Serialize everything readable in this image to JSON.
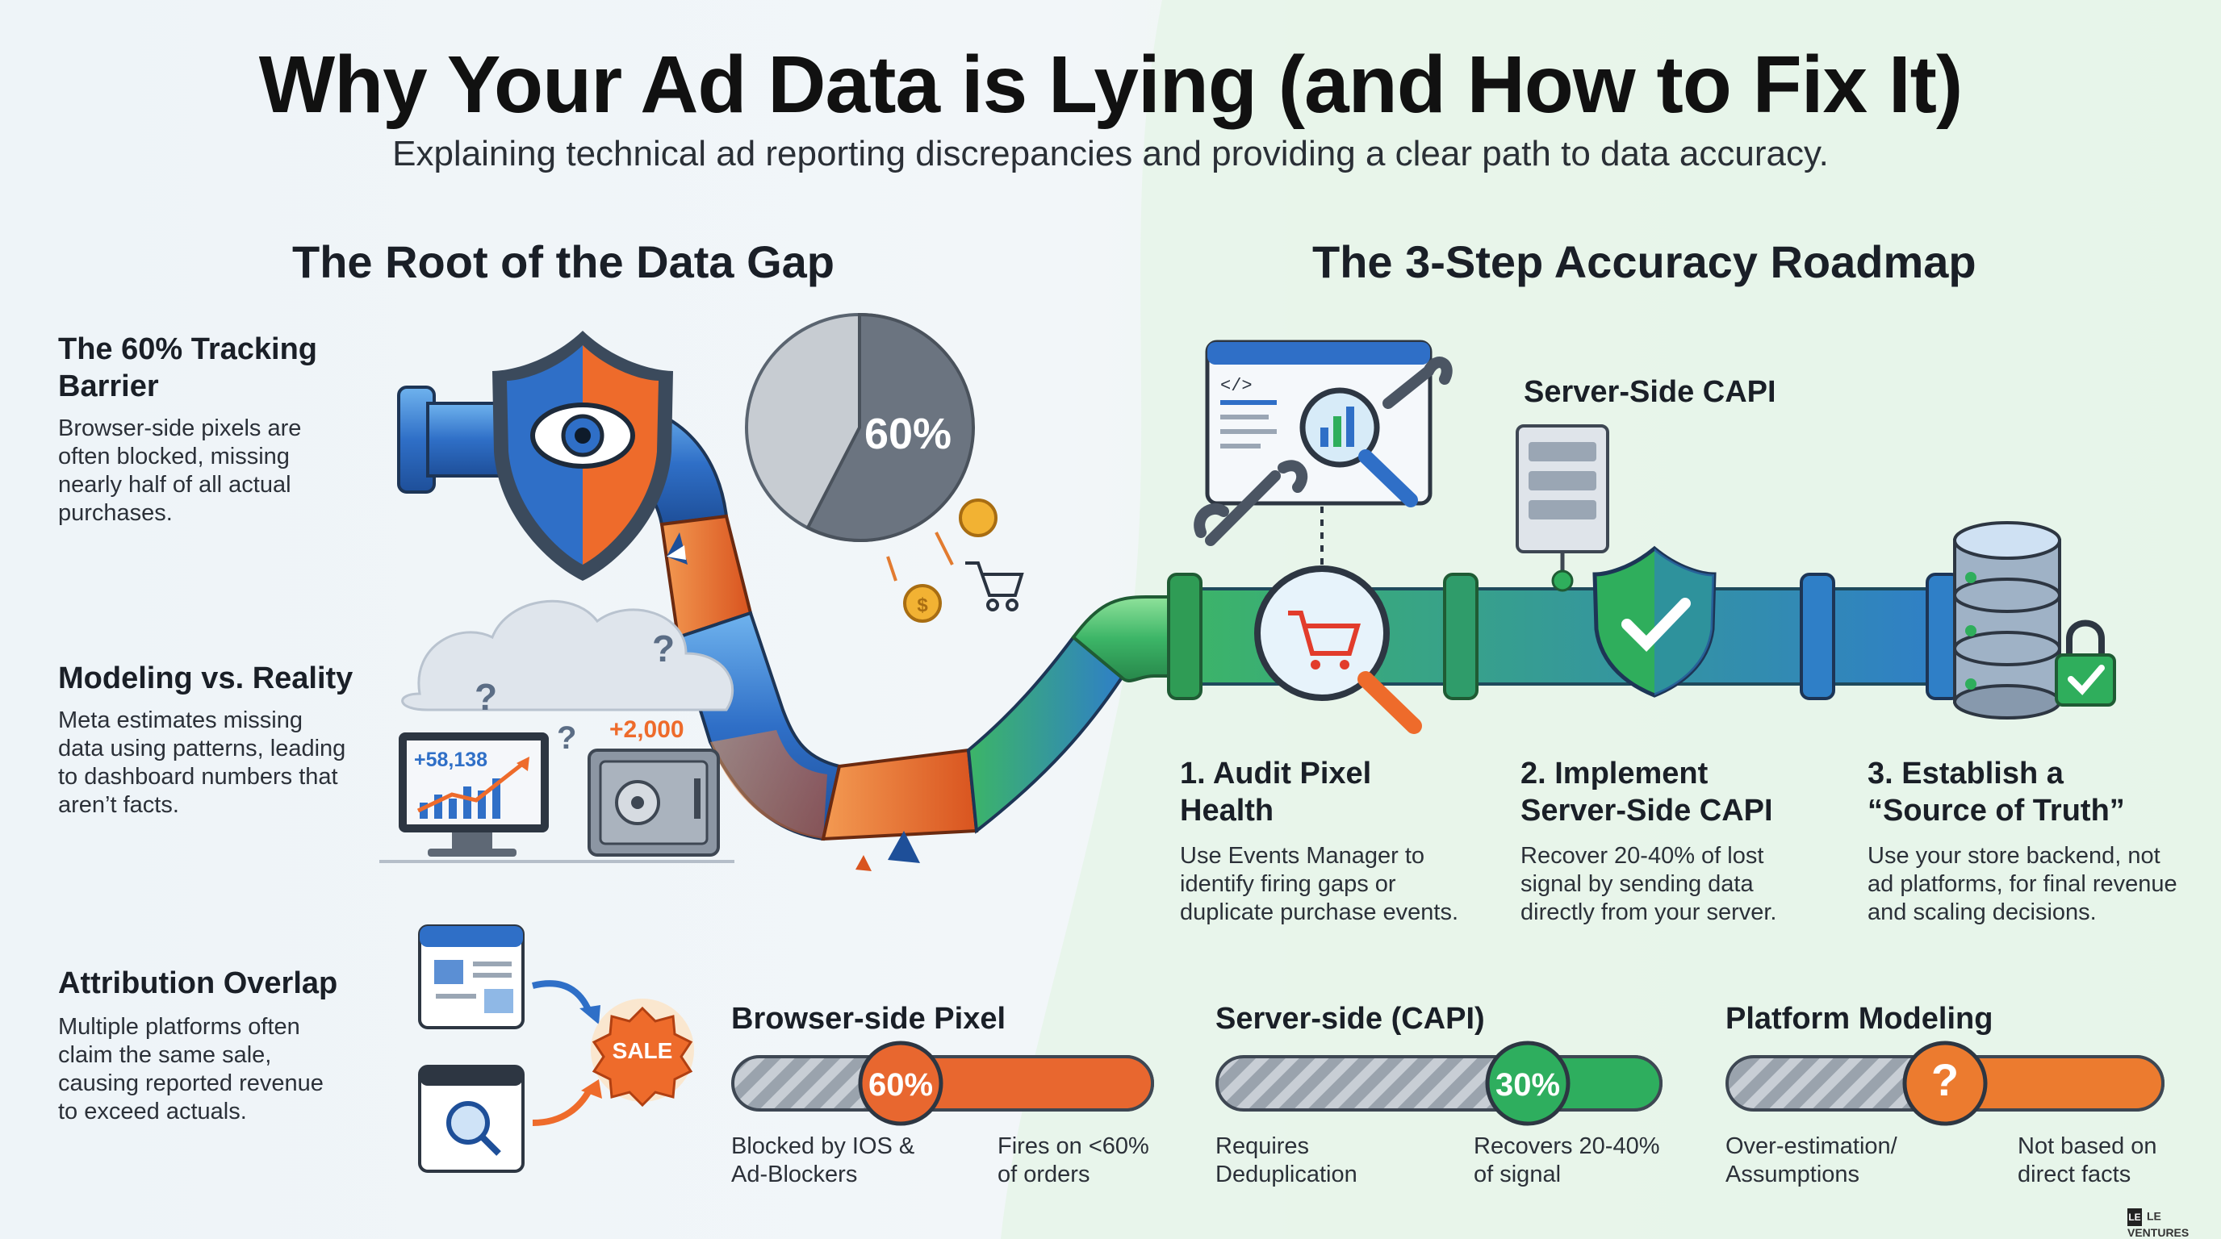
{
  "header": {
    "title": "Why Your Ad Data is Lying (and How to Fix It)",
    "subtitle": "Explaining technical ad reporting discrepancies and providing a clear path to data accuracy."
  },
  "left": {
    "heading": "The Root of the Data Gap",
    "items": [
      {
        "title_l1": "The 60% Tracking",
        "title_l2": "Barrier",
        "desc": [
          "Browser-side pixels are",
          "often blocked, missing",
          "nearly half of all actual",
          "purchases."
        ]
      },
      {
        "title_l1": "Modeling vs. Reality",
        "title_l2": "",
        "desc": [
          "Meta estimates missing",
          "data using patterns, leading",
          "to dashboard numbers that",
          "aren’t facts."
        ]
      },
      {
        "title_l1": "Attribution Overlap",
        "title_l2": "",
        "desc": [
          "Multiple platforms often",
          "claim the same sale,",
          "causing reported revenue",
          "to exceed actuals."
        ]
      }
    ]
  },
  "illustrations": {
    "pie_label": "60%",
    "monitor_value": "+58,138",
    "safe_value": "+2,000",
    "sale_badge": "SALE",
    "server_label": "Server-Side CAPI"
  },
  "right": {
    "heading": "The 3-Step Accuracy Roadmap",
    "steps": [
      {
        "title_l1": "1. Audit Pixel",
        "title_l2": "Health",
        "desc": [
          "Use Events Manager to",
          "identify firing gaps or",
          "duplicate purchase events."
        ]
      },
      {
        "title_l1": "2. Implement",
        "title_l2": "Server-Side CAPI",
        "desc": [
          "Recover 20-40% of lost",
          "signal by sending data",
          "directly from your server."
        ]
      },
      {
        "title_l1": "3. Establish a",
        "title_l2": "“Source of Truth”",
        "desc": [
          "Use your store backend, not",
          "ad platforms, for final revenue",
          "and scaling decisions."
        ]
      }
    ]
  },
  "bars": [
    {
      "title": "Browser-side Pixel",
      "badge": "60%",
      "left_l1": "Blocked by IOS &",
      "left_l2": "Ad-Blockers",
      "right_l1": "Fires on <60%",
      "right_l2": "of orders",
      "fill_fraction": 0.6,
      "color": "#e8672f"
    },
    {
      "title": "Server-side (CAPI)",
      "badge": "30%",
      "left_l1": "Requires",
      "left_l2": "Deduplication",
      "right_l1": "Recovers 20-40%",
      "right_l2": "of signal",
      "fill_fraction": 0.3,
      "color": "#2eae5e"
    },
    {
      "title": "Platform Modeling",
      "badge": "?",
      "left_l1": "Over-estimation/",
      "left_l2": "Assumptions",
      "right_l1": "Not based on",
      "right_l2": "direct facts",
      "color": "#ec7b2f"
    }
  ],
  "footer": {
    "brand_mark": "LE",
    "brand": "LE VENTURES"
  },
  "colors": {
    "blue": "#2f6fc7",
    "orange": "#ee6b2b",
    "green": "#2fae5c",
    "dark": "#1a1f27"
  }
}
